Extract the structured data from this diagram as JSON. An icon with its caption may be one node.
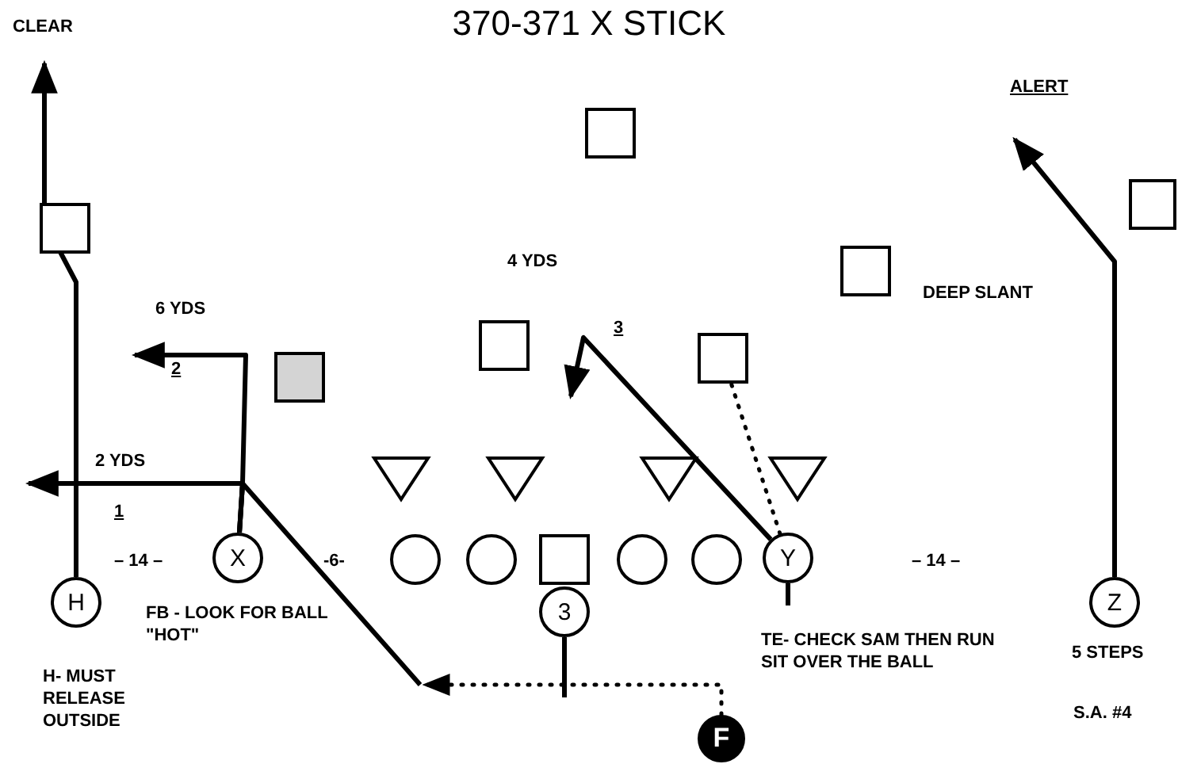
{
  "diagram": {
    "title": "370-371 X STICK",
    "nodes": [
      {
        "text": [],
        "shape": "box"
      },
      {
        "text": [],
        "shape": "box"
      },
      {
        "text": [],
        "shape": "box"
      },
      {
        "text": [],
        "shape": "box"
      },
      {
        "text": [],
        "shape": "box"
      },
      {
        "text": [],
        "shape": "box"
      },
      {
        "text": [],
        "shape": "box"
      },
      {
        "text": [],
        "shape": "triangle"
      },
      {
        "text": [],
        "shape": "triangle"
      },
      {
        "text": [],
        "shape": "triangle"
      },
      {
        "text": [],
        "shape": "triangle"
      },
      {
        "text": [
          "X"
        ]
      },
      {
        "text": [],
        "shape": "circle"
      },
      {
        "text": [],
        "shape": "circle"
      },
      {
        "text": [],
        "shape": "box"
      },
      {
        "text": [],
        "shape": "circle"
      },
      {
        "text": [],
        "shape": "circle"
      },
      {
        "text": [
          "Y"
        ]
      },
      {
        "text": [
          "H"
        ]
      },
      {
        "text": [
          "3"
        ]
      },
      {
        "text": [
          "Z"
        ]
      },
      {
        "text": [
          "F"
        ]
      }
    ],
    "edges": [
      {
        "from": 18,
        "to": null,
        "arrow": "to"
      },
      {
        "from": 11,
        "to": null,
        "arrow": "to"
      },
      {
        "from": 11,
        "to": null,
        "arrow": "to"
      },
      {
        "from": 11,
        "to": null,
        "arrow": "none"
      },
      {
        "from": 21,
        "to": null,
        "arrow": "to",
        "style": "dashed"
      },
      {
        "from": 17,
        "to": null,
        "arrow": "to"
      },
      {
        "from": 17,
        "to": 6,
        "arrow": "none",
        "style": "dashed"
      },
      {
        "from": 17,
        "to": null,
        "arrow": "none"
      },
      {
        "from": 19,
        "to": null,
        "arrow": "none"
      },
      {
        "from": 20,
        "to": null,
        "arrow": "to"
      }
    ],
    "labels": [
      "CLEAR",
      "ALERT",
      "4 YDS",
      "DEEP SLANT",
      "6 YDS",
      "3",
      "2",
      "2 YDS",
      "1",
      "– 14 –",
      "-6-",
      "– 14 –",
      "FB - LOOK FOR BALL \"HOT\"",
      "5 STEPS",
      "TE- CHECK SAM THEN RUN SIT OVER THE BALL",
      "H- MUST RELEASE OUTSIDE",
      "S.A. #4"
    ]
  }
}
